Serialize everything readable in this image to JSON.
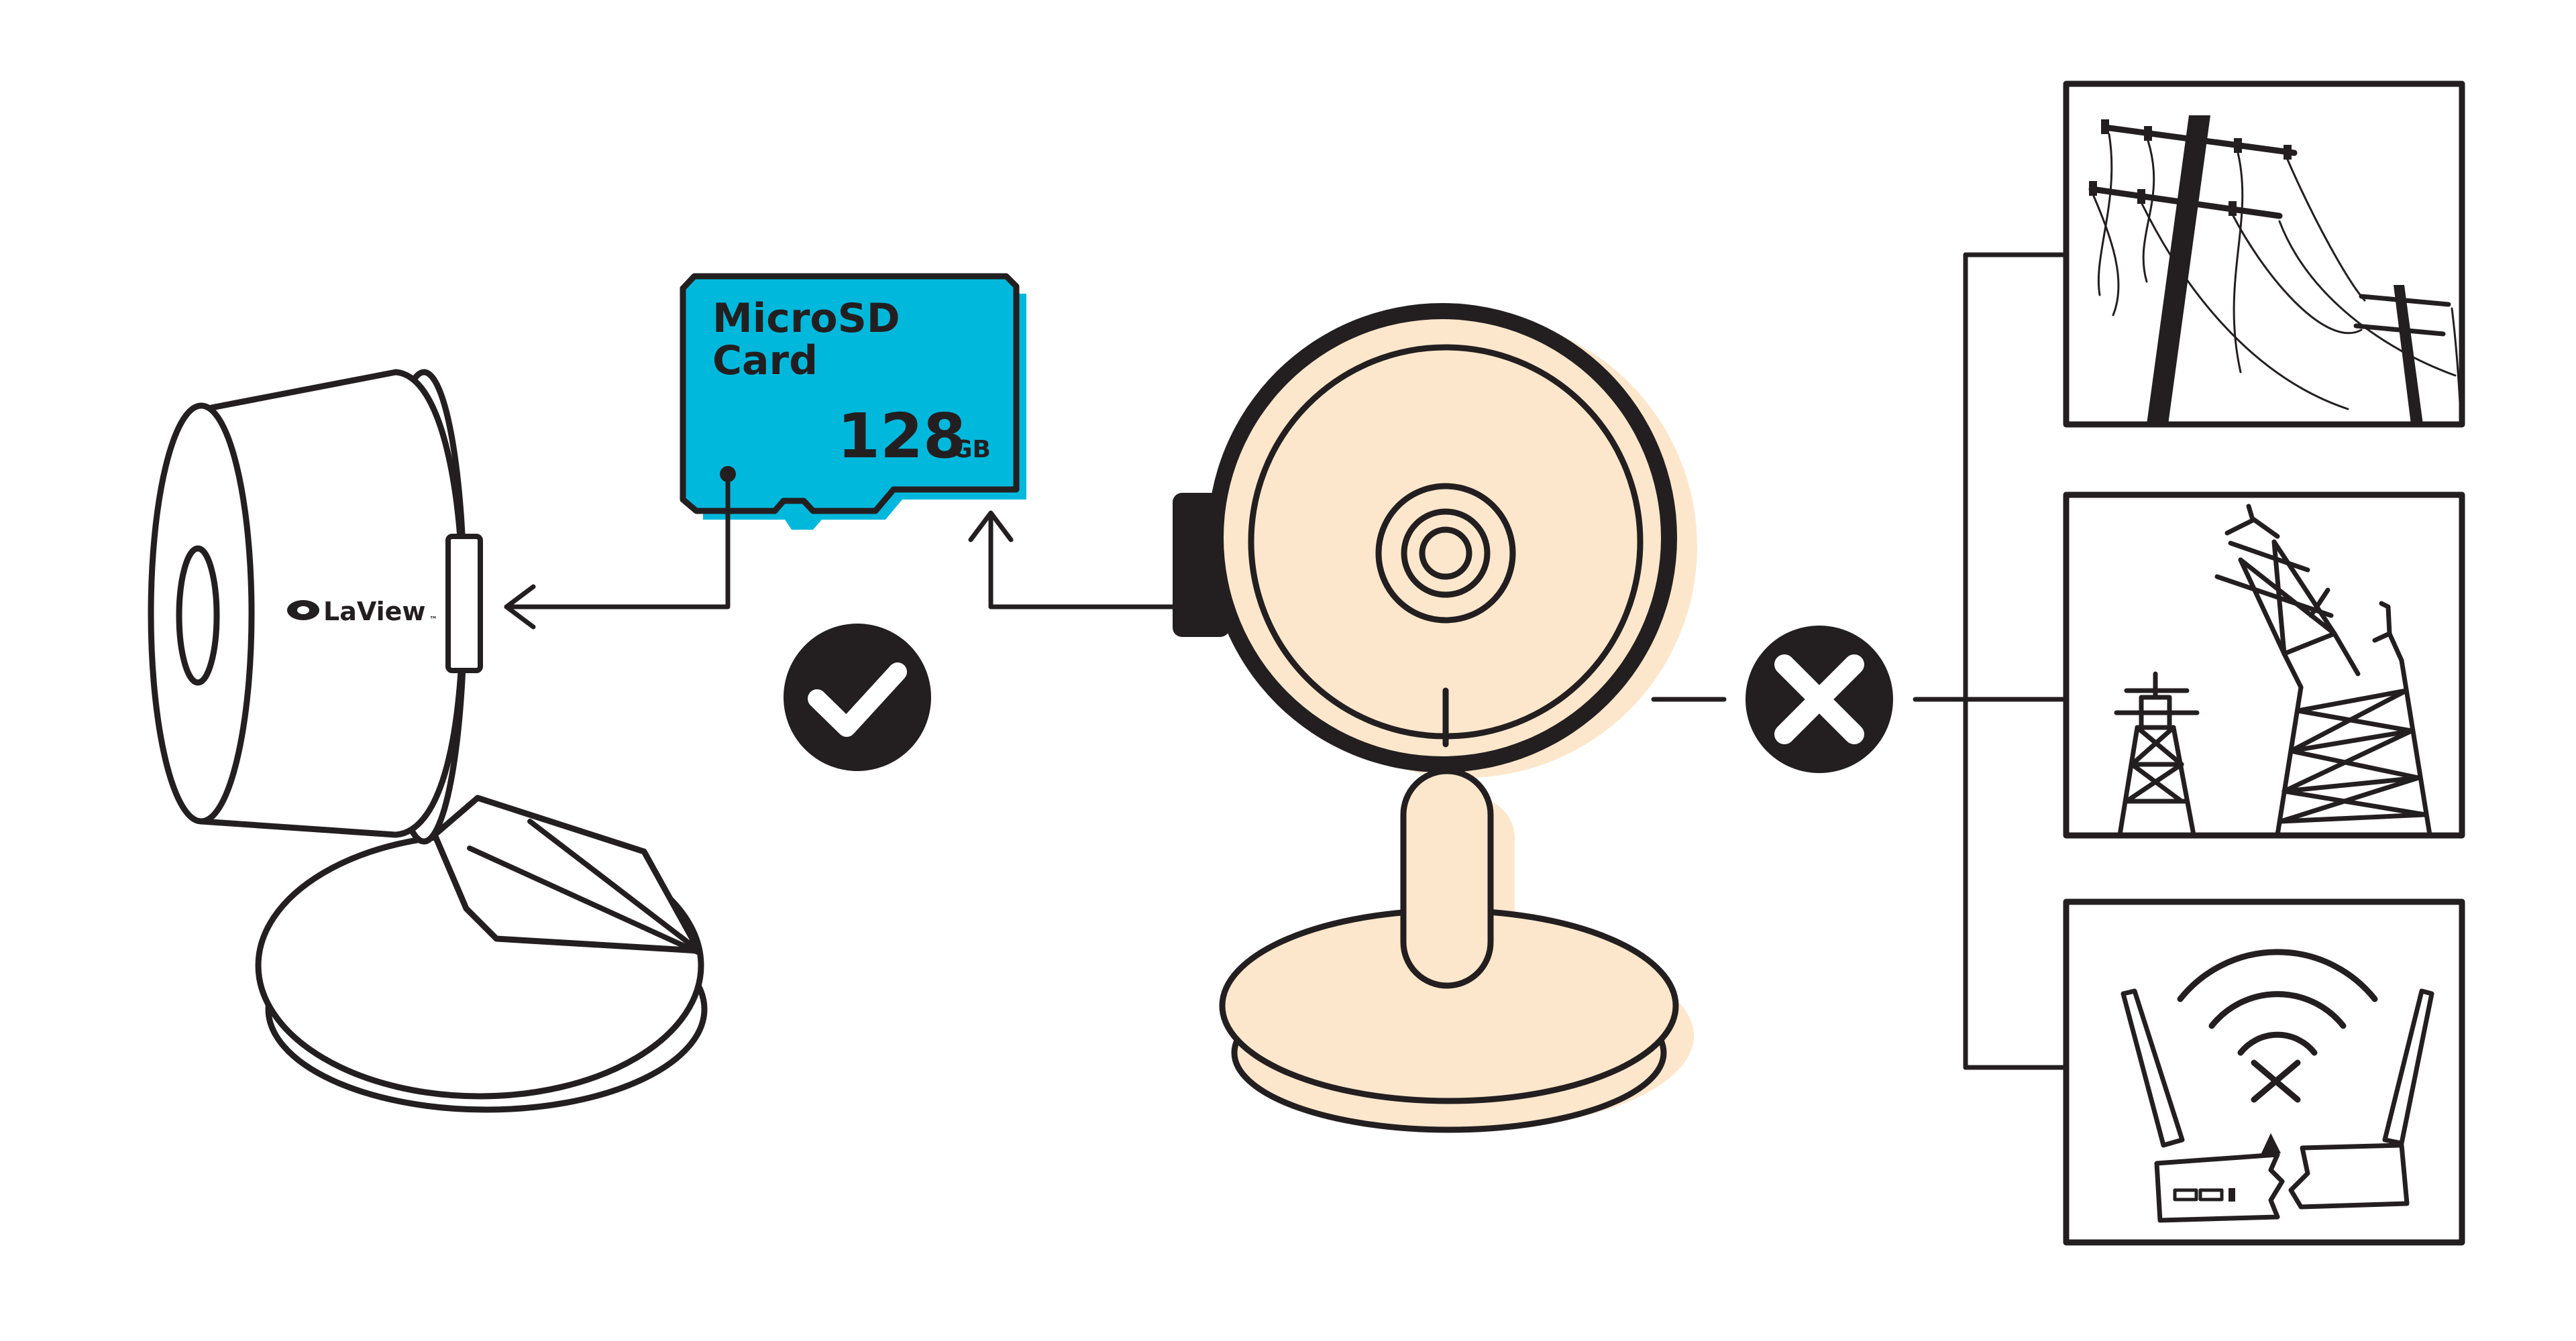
{
  "sd_card": {
    "line1": "MicroSD",
    "line2": "Card",
    "capacity": "128",
    "unit": "GB"
  },
  "brand": {
    "name": "LaView",
    "trademark": "™"
  },
  "colors": {
    "ink": "#231f20",
    "sd_blue": "#00b8dc",
    "peach": "#fde7cc",
    "paper": "#ffffff"
  },
  "status_icons": {
    "supported": "check-icon",
    "not_supported": "cross-icon"
  },
  "scenarios": [
    {
      "icon": "power-line-icon"
    },
    {
      "icon": "broken-tower-icon"
    },
    {
      "icon": "router-no-wifi-icon"
    }
  ]
}
